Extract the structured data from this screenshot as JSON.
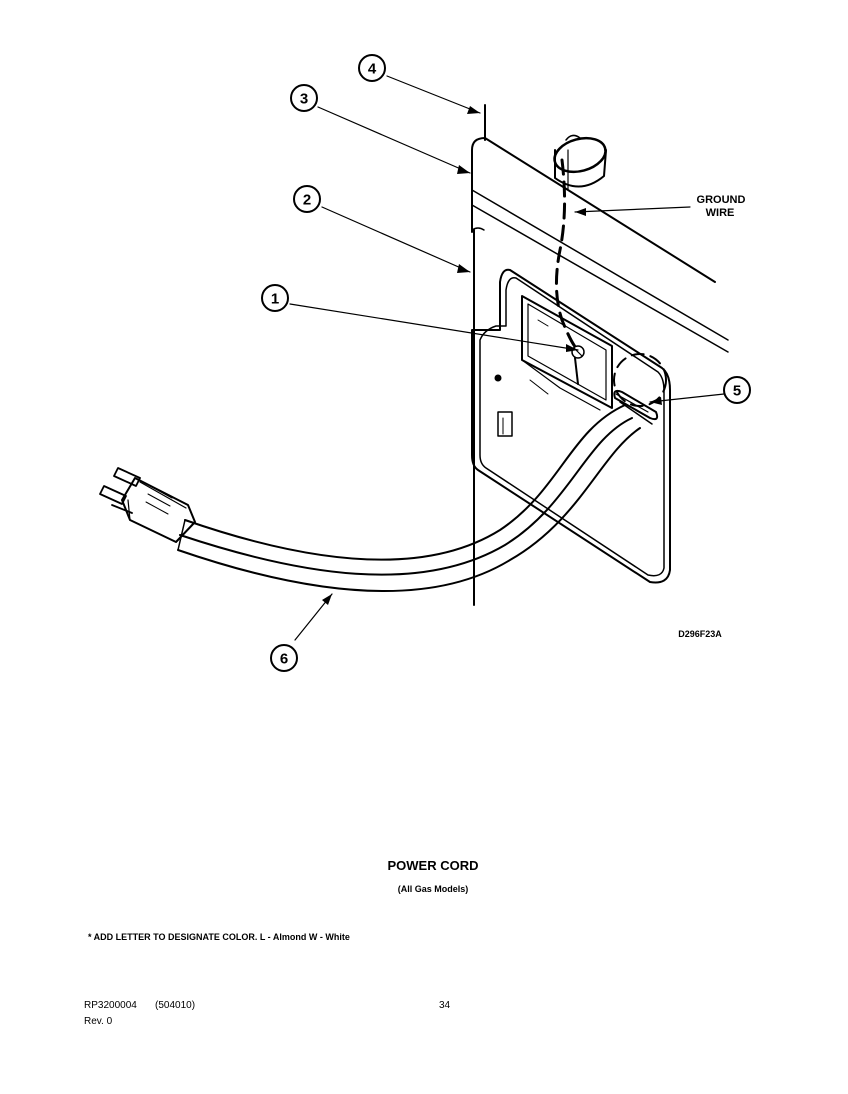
{
  "callouts": [
    {
      "number": "1"
    },
    {
      "number": "2"
    },
    {
      "number": "3"
    },
    {
      "number": "4"
    },
    {
      "number": "5"
    },
    {
      "number": "6"
    }
  ],
  "ground_wire_label": {
    "line1": "GROUND",
    "line2": "WIRE"
  },
  "drawing_code": "D296F23A",
  "title": "POWER CORD",
  "subtitle": "(All Gas Models)",
  "note": "* ADD LETTER TO DESIGNATE COLOR.  L - Almond  W - White",
  "footer": {
    "doc_number": "RP3200004",
    "doc_code": "(504010)",
    "page_number": "34",
    "revision": "Rev. 0"
  }
}
